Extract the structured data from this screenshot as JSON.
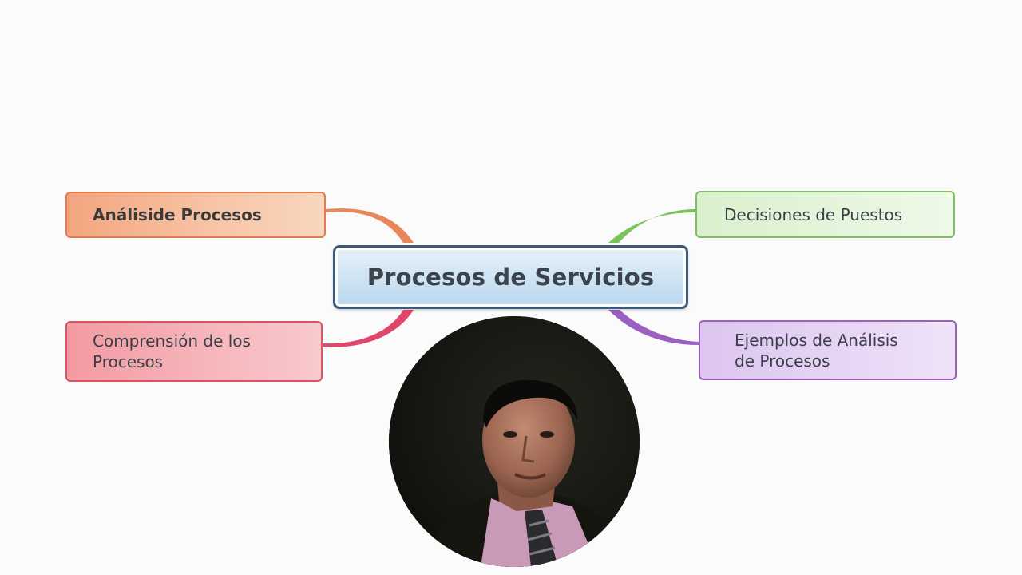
{
  "mindmap": {
    "center": {
      "label": "Procesos de Servicios",
      "border_color": "#3c5a78",
      "fill_color": "#cde3f3"
    },
    "branches": [
      {
        "id": "analisis",
        "lines": [
          "Análiside Procesos"
        ],
        "color": "#e8875a"
      },
      {
        "id": "comprension",
        "lines": [
          "Comprensión de los",
          "Procesos"
        ],
        "color": "#e0456a"
      },
      {
        "id": "decisiones",
        "lines": [
          "Decisiones de Puestos"
        ],
        "color": "#7cc25a"
      },
      {
        "id": "ejemplos",
        "lines": [
          "Ejemplos de Análisis",
          "de Procesos"
        ],
        "color": "#9a5fc0"
      }
    ]
  },
  "presenter": {
    "shape": "circle-webcam-overlay"
  }
}
